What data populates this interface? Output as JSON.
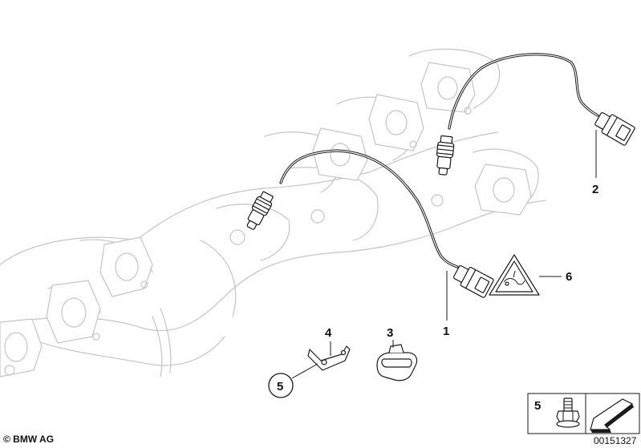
{
  "callouts": {
    "c1": "1",
    "c2": "2",
    "c3": "3",
    "c4": "4",
    "c5": "5",
    "c6": "6"
  },
  "legend_box": {
    "number": "5"
  },
  "footer": {
    "copyright": "© BMW AG",
    "image_number": "00151327"
  }
}
